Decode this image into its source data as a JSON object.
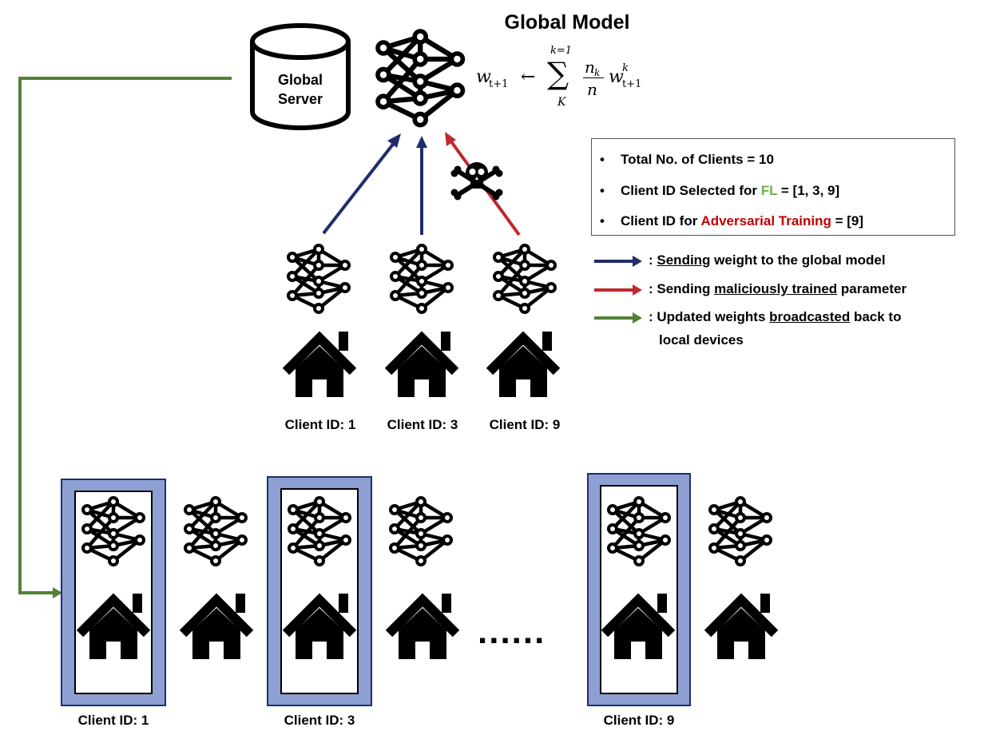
{
  "title": "Global Model",
  "server": {
    "line1": "Global",
    "line2": "Server"
  },
  "formula": {
    "lhs": "w",
    "lhs_sub": "t+1",
    "arrow": "←",
    "sum_top": "k=1",
    "sum_symbol": "∑",
    "sum_bottom": "K",
    "frac_num": "n",
    "frac_num_sub": "k",
    "frac_den": "n",
    "rhs": "w",
    "rhs_sup": "k",
    "rhs_sub": "t+1"
  },
  "info": {
    "bullet": "•",
    "total_clients": "Total No. of Clients = 10",
    "selected_prefix": "Client ID Selected for ",
    "selected_highlight": "FL",
    "selected_suffix": " = [1, 3, 9]",
    "adversarial_prefix": "Client ID for ",
    "adversarial_highlight": "Adversarial Training",
    "adversarial_suffix": " = [9]"
  },
  "legend": {
    "blue": {
      "prefix": ": ",
      "underlined": "Sending",
      "suffix": " weight to the global model",
      "color": "#1f2d6b"
    },
    "red": {
      "prefix": ": Sending ",
      "underlined": "maliciously trained",
      "suffix": " parameter",
      "color": "#c0282d"
    },
    "green": {
      "prefix": ": Updated weights ",
      "underlined": "broadcasted",
      "suffix": " back to",
      "line2": "local devices",
      "color": "#538135"
    }
  },
  "selected_clients": [
    "Client ID: 1",
    "Client ID: 3",
    "Client ID: 9"
  ],
  "bottom_clients": [
    "Client ID: 1",
    "Client ID: 3",
    "Client ID: 9"
  ],
  "ellipsis": "......",
  "colors": {
    "blue_arrow": "#1f2d6b",
    "red_arrow": "#c0282d",
    "green_arrow": "#538135",
    "box_fill": "#8ea0d3",
    "box_border": "#1f2d6b",
    "fl_green": "#70ad47",
    "adversarial_red": "#c00000"
  }
}
